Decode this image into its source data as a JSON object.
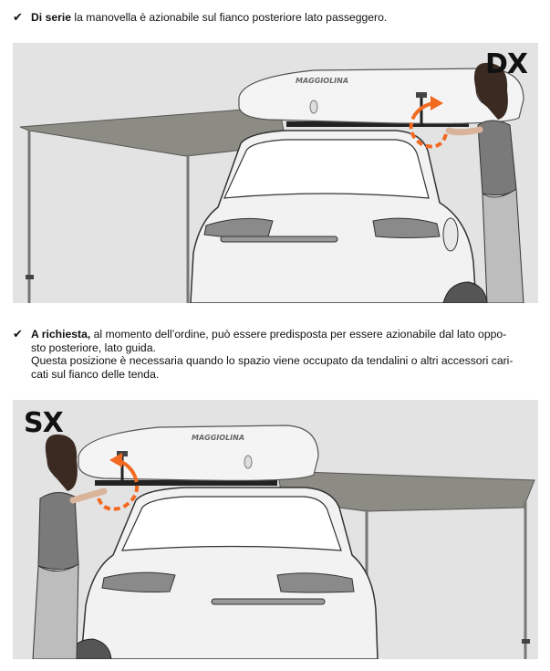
{
  "section_dx": {
    "check": "✔",
    "bold": "Di serie",
    "text": " la manovella è azionabile sul fianco posteriore lato passeggero.",
    "badge": "DX",
    "brand": "MAGGIOLINA"
  },
  "section_sx": {
    "check": "✔",
    "bold": "A richiesta,",
    "text_line1": " al momento dell’ordine, può essere predisposta per essere azionabile dal lato oppo-",
    "text_line2": "sto posteriore, lato guida.",
    "text_line3": "Questa posizione è necessaria quando lo spazio viene occupato da tendalini o altri accessori cari-",
    "text_line4": "cati sul fianco delle tenda.",
    "badge": "SX",
    "brand": "MAGGIOLINA"
  },
  "colors": {
    "illustration_bg": "#e3e3e3",
    "awning": "#8c8c84",
    "arrow": "#f26a21",
    "car": "#f2f2f2",
    "outline": "#333333"
  }
}
